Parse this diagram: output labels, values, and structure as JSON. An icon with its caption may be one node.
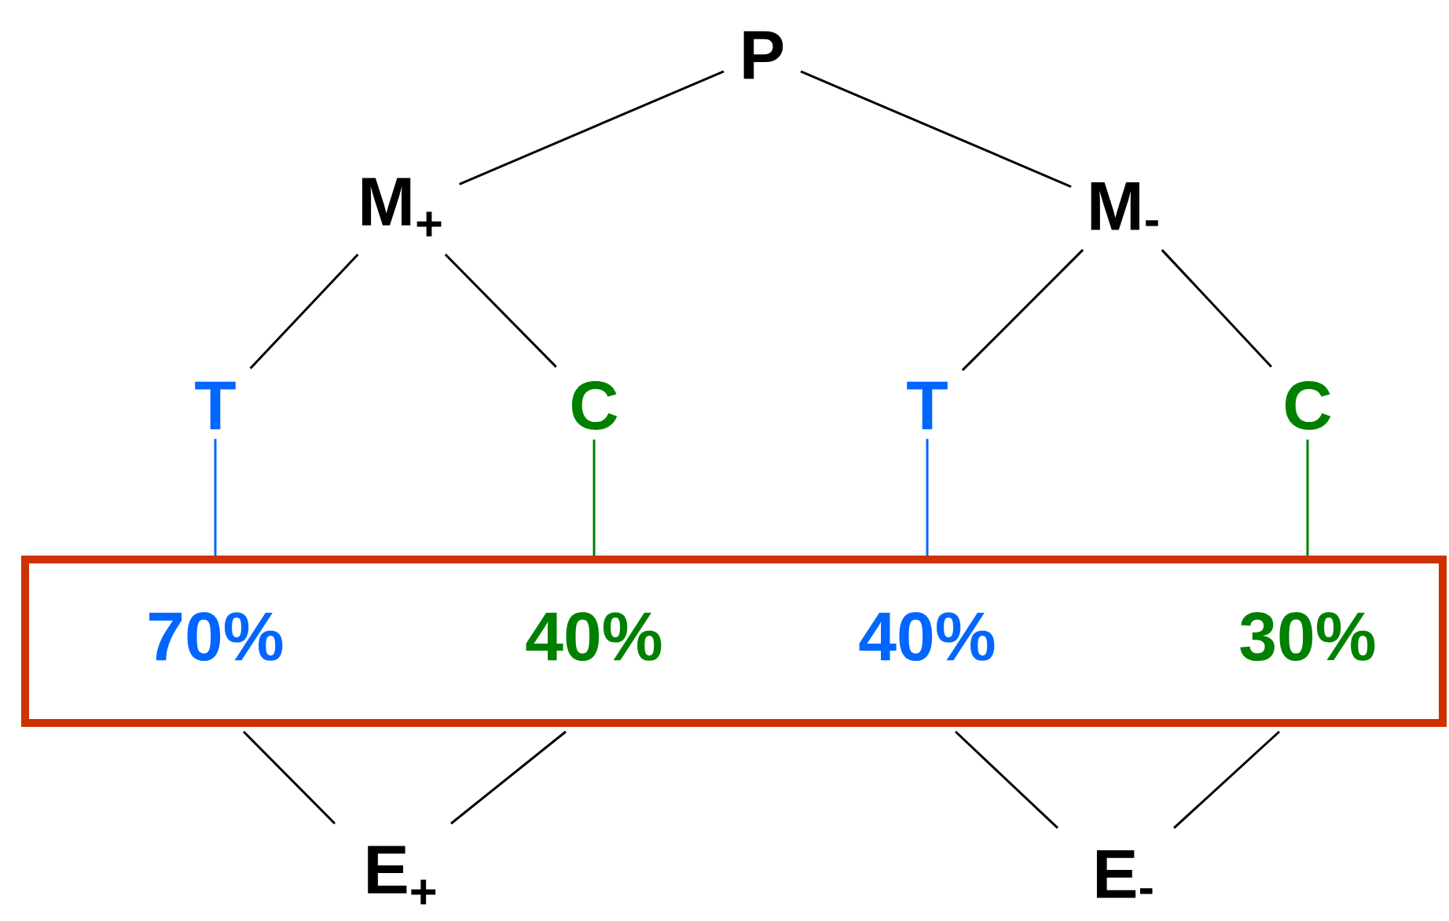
{
  "diagram": {
    "nodes": [
      {
        "text": [
          "P"
        ]
      },
      {
        "text": [
          "M$_{+}$"
        ]
      },
      {
        "text": [
          "M$_{-}$"
        ]
      },
      {
        "text": [
          "T"
        ]
      },
      {
        "text": [
          "C"
        ]
      },
      {
        "text": [
          "T"
        ]
      },
      {
        "text": [
          "C"
        ]
      },
      {
        "text": [],
        "shape": "box"
      },
      {
        "text": [
          "70%"
        ],
        "in": 7
      },
      {
        "text": [
          "40%"
        ],
        "in": 7
      },
      {
        "text": [
          "40%"
        ],
        "in": 7
      },
      {
        "text": [
          "30%"
        ],
        "in": 7
      },
      {
        "text": [
          "E$_{+}$"
        ]
      },
      {
        "text": [
          "E$_{-}$"
        ]
      }
    ],
    "edges": [
      {
        "from": 0,
        "to": 1,
        "arrow": "none"
      },
      {
        "from": 0,
        "to": 2,
        "arrow": "none"
      },
      {
        "from": 1,
        "to": 3,
        "arrow": "none"
      },
      {
        "from": 1,
        "to": 4,
        "arrow": "none"
      },
      {
        "from": 2,
        "to": 5,
        "arrow": "none"
      },
      {
        "from": 2,
        "to": 6,
        "arrow": "none"
      },
      {
        "from": 3,
        "to": 8,
        "arrow": "none",
        "color": "#0066ff"
      },
      {
        "from": 4,
        "to": 9,
        "arrow": "none",
        "color": "#008000"
      },
      {
        "from": 5,
        "to": 10,
        "arrow": "none",
        "color": "#0066ff"
      },
      {
        "from": 6,
        "to": 11,
        "arrow": "none",
        "color": "#008000"
      },
      {
        "from": 8,
        "to": 12,
        "arrow": "none"
      },
      {
        "from": 9,
        "to": 12,
        "arrow": "none"
      },
      {
        "from": 10,
        "to": 13,
        "arrow": "none"
      },
      {
        "from": 11,
        "to": 13,
        "arrow": "none"
      }
    ]
  }
}
